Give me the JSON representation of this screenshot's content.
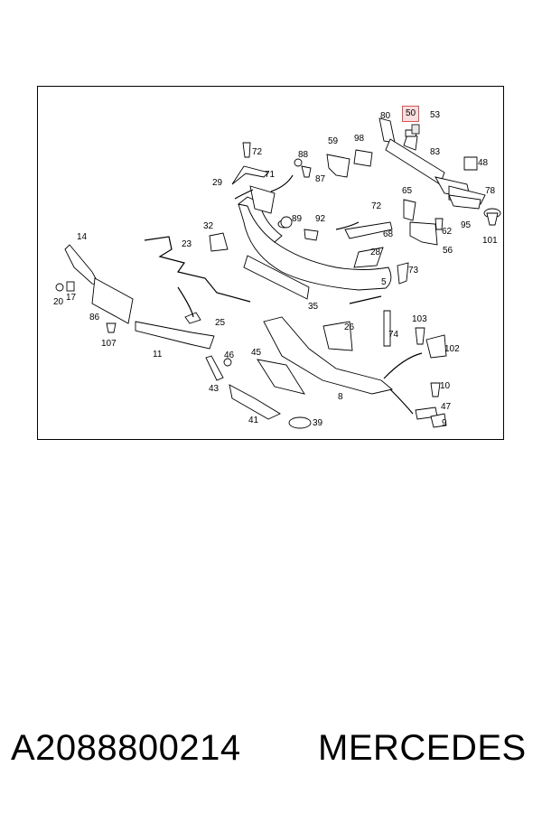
{
  "diagram": {
    "highlight_color": "#d9534f",
    "callouts": [
      {
        "id": "80",
        "highlight": false
      },
      {
        "id": "50",
        "highlight": true
      },
      {
        "id": "53",
        "highlight": false
      },
      {
        "id": "72",
        "highlight": false
      },
      {
        "id": "88",
        "highlight": false
      },
      {
        "id": "59",
        "highlight": false
      },
      {
        "id": "98",
        "highlight": false
      },
      {
        "id": "83",
        "highlight": false
      },
      {
        "id": "48",
        "highlight": false
      },
      {
        "id": "71",
        "highlight": false
      },
      {
        "id": "87",
        "highlight": false
      },
      {
        "id": "29",
        "highlight": false
      },
      {
        "id": "65",
        "highlight": false
      },
      {
        "id": "78",
        "highlight": false
      },
      {
        "id": "89",
        "highlight": false
      },
      {
        "id": "92",
        "highlight": false
      },
      {
        "id": "72b",
        "label": "72",
        "highlight": false
      },
      {
        "id": "95",
        "highlight": false
      },
      {
        "id": "32",
        "highlight": false
      },
      {
        "id": "62",
        "highlight": false
      },
      {
        "id": "101",
        "highlight": false
      },
      {
        "id": "14",
        "highlight": false
      },
      {
        "id": "23",
        "highlight": false
      },
      {
        "id": "28",
        "highlight": false
      },
      {
        "id": "68",
        "highlight": false
      },
      {
        "id": "56",
        "highlight": false
      },
      {
        "id": "73",
        "highlight": false
      },
      {
        "id": "5",
        "highlight": false
      },
      {
        "id": "20",
        "highlight": false
      },
      {
        "id": "17",
        "highlight": false
      },
      {
        "id": "35",
        "highlight": false
      },
      {
        "id": "86",
        "highlight": false
      },
      {
        "id": "25",
        "highlight": false
      },
      {
        "id": "103",
        "highlight": false
      },
      {
        "id": "107",
        "highlight": false
      },
      {
        "id": "26",
        "highlight": false
      },
      {
        "id": "74",
        "highlight": false
      },
      {
        "id": "102",
        "highlight": false
      },
      {
        "id": "11",
        "highlight": false
      },
      {
        "id": "46",
        "highlight": false
      },
      {
        "id": "45",
        "highlight": false
      },
      {
        "id": "43",
        "highlight": false
      },
      {
        "id": "10",
        "highlight": false
      },
      {
        "id": "8",
        "highlight": false
      },
      {
        "id": "47",
        "highlight": false
      },
      {
        "id": "41",
        "highlight": false
      },
      {
        "id": "39",
        "highlight": false
      },
      {
        "id": "9",
        "highlight": false
      }
    ]
  },
  "footer": {
    "part_number": "A2088800214",
    "brand": "MERCEDES"
  }
}
